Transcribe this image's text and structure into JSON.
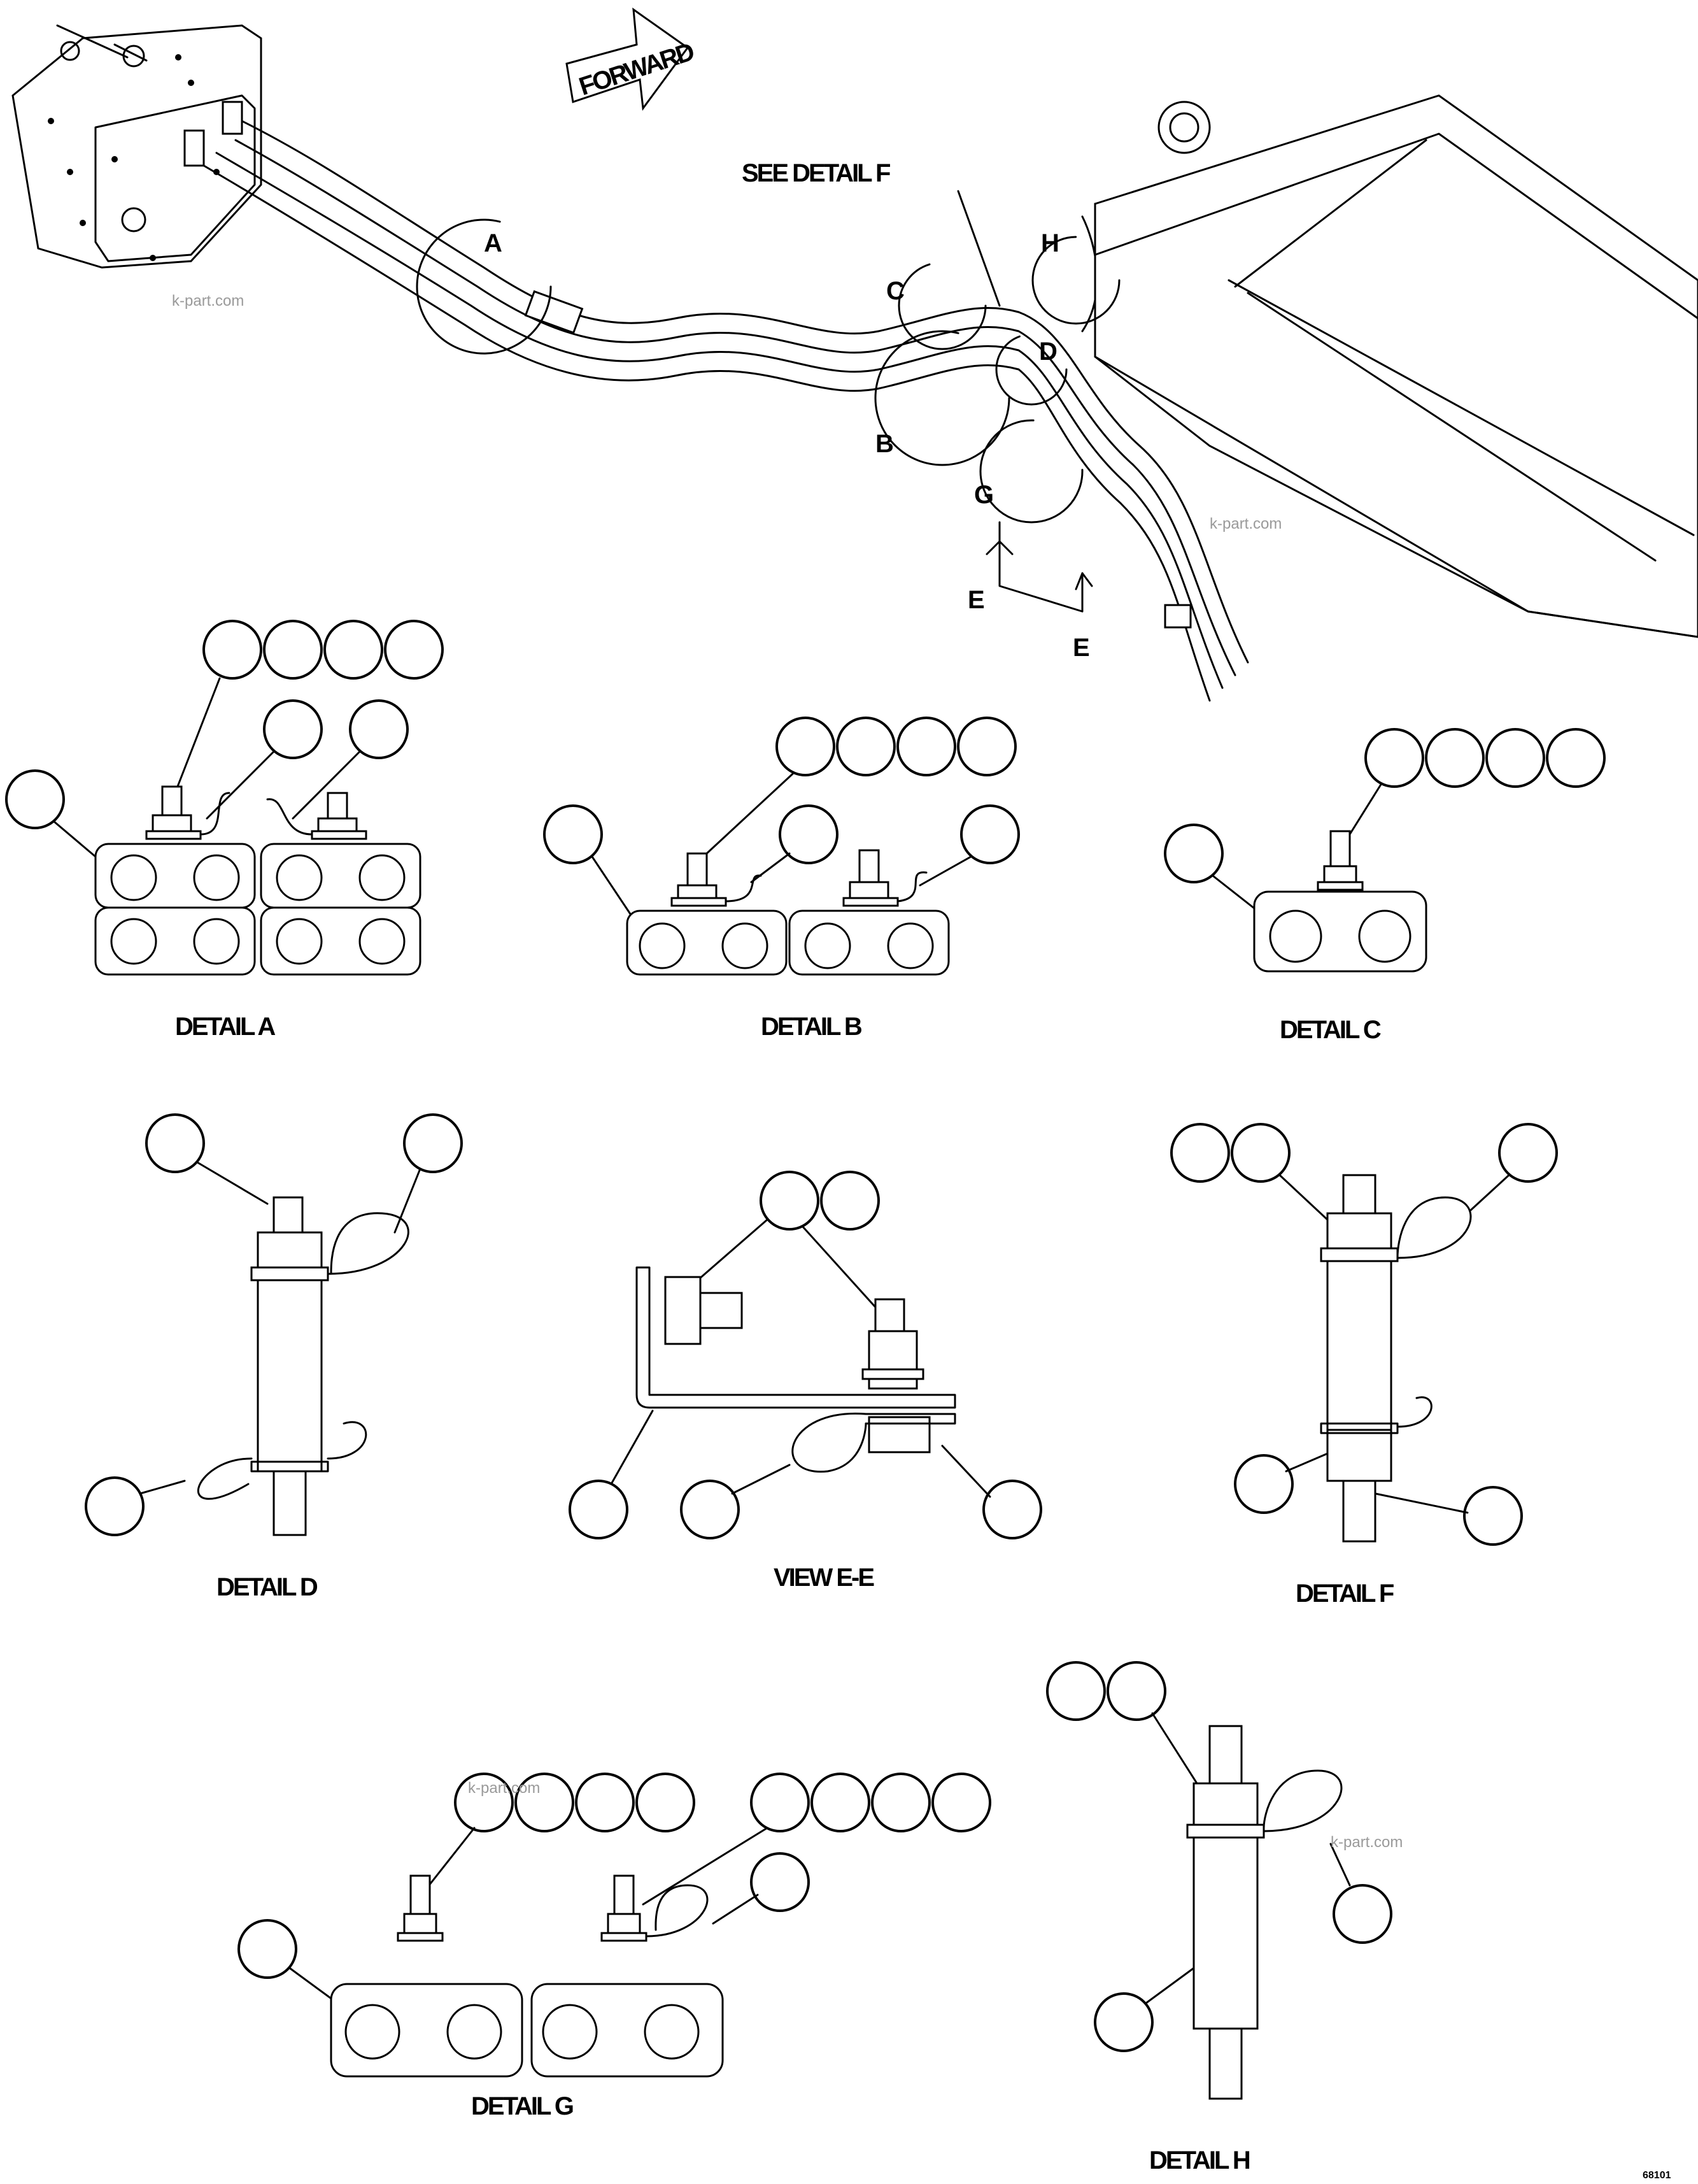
{
  "top_view": {
    "forward_sign": "FORWARD",
    "see_detail_f": "SEE DETAIL F",
    "callouts": [
      "A",
      "B",
      "C",
      "D",
      "G",
      "H"
    ],
    "view_callouts": [
      "E",
      "E"
    ]
  },
  "details": {
    "a": "DETAIL A",
    "b": "DETAIL B",
    "c": "DETAIL C",
    "d": "DETAIL D",
    "e": "VIEW E-E",
    "f": "DETAIL F",
    "g": "DETAIL G",
    "h": "DETAIL H"
  },
  "watermark": "k-part.com",
  "doc_number": "68101"
}
